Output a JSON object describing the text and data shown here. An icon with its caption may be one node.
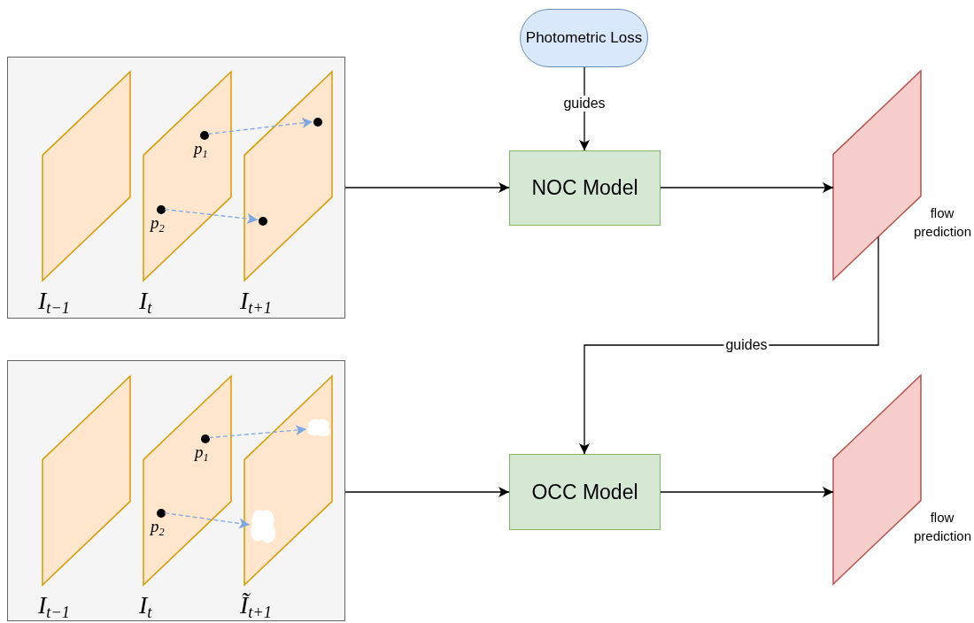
{
  "diagram": {
    "nodes": [
      {
        "text": [],
        "shape": "box"
      },
      {
        "text": [
          "I$_{t−1}$"
        ],
        "in": 0
      },
      {
        "text": [
          "I$_{t}$"
        ],
        "in": 0
      },
      {
        "text": [
          "I$_{t+1}$"
        ],
        "in": 0
      },
      {
        "text": [
          "p$_{1}$"
        ],
        "in": 2
      },
      {
        "text": [
          "p$_{2}$"
        ],
        "in": 2
      },
      {
        "text": [],
        "shape": "circle",
        "in": 3
      },
      {
        "text": [],
        "shape": "circle",
        "in": 3
      },
      {
        "text": [
          "Photometric Loss"
        ]
      },
      {
        "text": [
          "NOC Model"
        ]
      },
      {
        "text": [],
        "shape": "parallelogram",
        "beside": [
          "flow prediction"
        ]
      },
      {
        "text": [],
        "shape": "box"
      },
      {
        "text": [
          "I$_{t−1}$"
        ],
        "in": 11
      },
      {
        "text": [
          "I$_{t}$"
        ],
        "in": 11
      },
      {
        "text": [
          "Ĩ$_{t+1}$"
        ],
        "in": 11
      },
      {
        "text": [
          "p$_{1}$"
        ],
        "in": 13
      },
      {
        "text": [
          "p$_{2}$"
        ],
        "in": 13
      },
      {
        "text": [],
        "shape": "cloud",
        "in": 14
      },
      {
        "text": [],
        "shape": "cloud",
        "in": 14
      },
      {
        "text": [
          "OCC Model"
        ]
      },
      {
        "text": [],
        "shape": "parallelogram",
        "beside": [
          "flow prediction"
        ]
      }
    ],
    "edges": [
      {
        "from": 0,
        "to": 9,
        "arrow": "to"
      },
      {
        "from": 4,
        "to": 6,
        "arrow": "to",
        "style": "dashed",
        "color": "#7ea6e0"
      },
      {
        "from": 5,
        "to": 7,
        "arrow": "to",
        "style": "dashed",
        "color": "#7ea6e0"
      },
      {
        "from": 8,
        "to": 9,
        "arrow": "to",
        "label": "guides"
      },
      {
        "from": 9,
        "to": 10,
        "arrow": "to"
      },
      {
        "from": 10,
        "to": 19,
        "arrow": "to",
        "label": "guides"
      },
      {
        "from": 11,
        "to": 19,
        "arrow": "to"
      },
      {
        "from": 15,
        "to": 17,
        "arrow": "to",
        "style": "dashed",
        "color": "#7ea6e0"
      },
      {
        "from": 16,
        "to": 18,
        "arrow": "to",
        "style": "dashed",
        "color": "#7ea6e0"
      },
      {
        "from": 19,
        "to": 20,
        "arrow": "to"
      }
    ]
  }
}
